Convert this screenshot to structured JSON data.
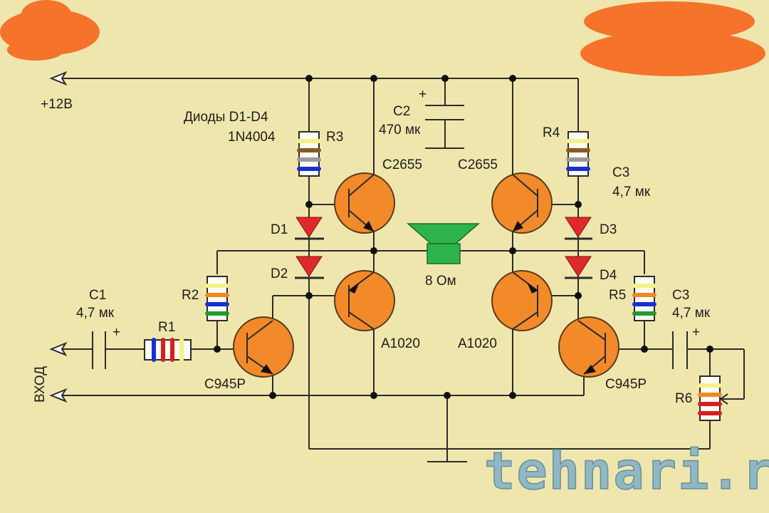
{
  "colors": {
    "background": "#efe6ad",
    "transistor": "#f28a2a",
    "diode": "#e02a2a",
    "speaker": "#2db34a",
    "redaction": "#f5732a",
    "watermark": "#8fb8c4"
  },
  "power": {
    "label": "+12В"
  },
  "input": {
    "label": "ВХОД"
  },
  "diodes_note": {
    "line1": "Диоды D1-D4",
    "line2": "1N4004"
  },
  "components": {
    "C1": {
      "name": "C1",
      "value": "4,7 мк"
    },
    "C2": {
      "name": "C2",
      "value": "470 мк"
    },
    "C3_top": {
      "name": "C3",
      "value": "4,7 мк"
    },
    "C3_bottom": {
      "name": "C3",
      "value": "4,7 мк"
    },
    "R1": {
      "name": "R1",
      "bands": [
        "#1a2fd0",
        "#d91e1e",
        "#d91e1e",
        "#f4f08a"
      ]
    },
    "R2": {
      "name": "R2",
      "bands": [
        "#f4f08a",
        "#ef8a22",
        "#1a2fd0",
        "#1f9a2e"
      ]
    },
    "R3": {
      "name": "R3",
      "bands": [
        "#f4f08a",
        "#8a5a22",
        "#9a9a9a",
        "#1a2fd0"
      ]
    },
    "R4": {
      "name": "R4",
      "bands": [
        "#f4f08a",
        "#8a5a22",
        "#9a9a9a",
        "#1a2fd0"
      ]
    },
    "R5": {
      "name": "R5",
      "bands": [
        "#f4f08a",
        "#ef8a22",
        "#1a2fd0",
        "#1f9a2e"
      ]
    },
    "R6": {
      "name": "R6",
      "bands": [
        "#f4f08a",
        "#ef8a22",
        "#d91e1e",
        "#d91e1e"
      ]
    },
    "D1": {
      "name": "D1"
    },
    "D2": {
      "name": "D2"
    },
    "D3": {
      "name": "D3"
    },
    "D4": {
      "name": "D4"
    },
    "Q_top_left": {
      "name": "C2655"
    },
    "Q_top_right": {
      "name": "C2655"
    },
    "Q_mid_left": {
      "name": "A1020"
    },
    "Q_mid_right": {
      "name": "A1020"
    },
    "Q_in_left": {
      "name": "C945P"
    },
    "Q_in_right": {
      "name": "C945P"
    },
    "speaker": {
      "value": "8 Ом"
    }
  },
  "watermark": {
    "text": "tehnari.ru"
  }
}
